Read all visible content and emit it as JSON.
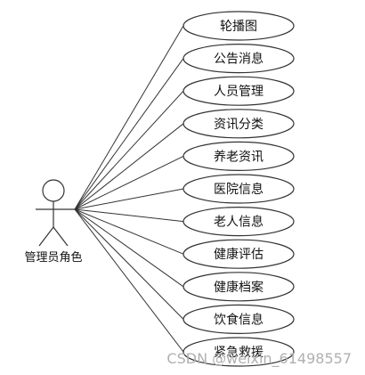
{
  "actor": {
    "name": "管理员角色"
  },
  "use_cases": [
    {
      "label": "轮播图"
    },
    {
      "label": "公告消息"
    },
    {
      "label": "人员管理"
    },
    {
      "label": "资讯分类"
    },
    {
      "label": "养老资讯"
    },
    {
      "label": "医院信息"
    },
    {
      "label": "老人信息"
    },
    {
      "label": "健康评估"
    },
    {
      "label": "健康档案"
    },
    {
      "label": "饮食信息"
    },
    {
      "label": "紧急救援"
    }
  ],
  "watermark": {
    "text": "CSDN @weixin_61498557"
  },
  "colors": {
    "stroke": "#333333",
    "ellipse_fill": "#ffffff",
    "watermark": "#b0b0b0"
  }
}
